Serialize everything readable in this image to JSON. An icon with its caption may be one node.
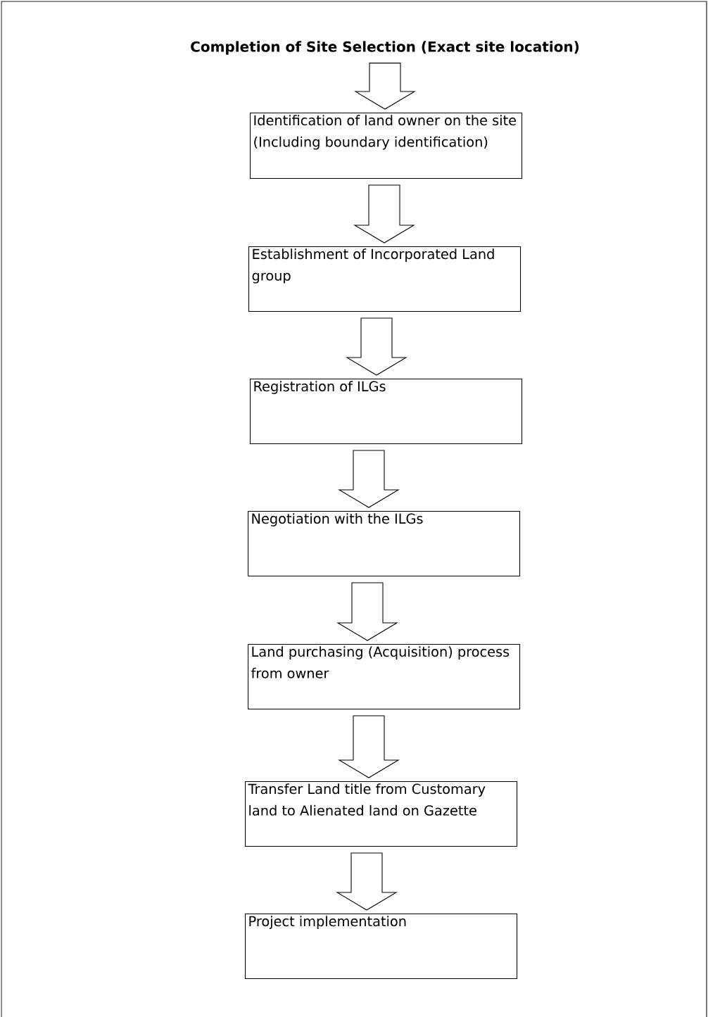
{
  "diagram": {
    "nodes": [
      {
        "text": [
          "Completion of Site Selection (Exact site location)"
        ]
      },
      {
        "text": [
          "Identification of land owner on the site (Including boundary identification)"
        ]
      },
      {
        "text": [
          "Establishment of Incorporated Land group"
        ]
      },
      {
        "text": [
          "Registration of ILGs"
        ]
      },
      {
        "text": [
          "Negotiation with the ILGs"
        ]
      },
      {
        "text": [
          "Land purchasing (Acquisition) process from owner"
        ]
      },
      {
        "text": [
          "Transfer Land title from Customary land to Alienated land on Gazette"
        ]
      },
      {
        "text": [
          "Project implementation"
        ]
      }
    ],
    "edges": [
      {
        "from": 0,
        "to": 1,
        "arrow": "to"
      },
      {
        "from": 1,
        "to": 2,
        "arrow": "to"
      },
      {
        "from": 2,
        "to": 3,
        "arrow": "to"
      },
      {
        "from": 3,
        "to": 4,
        "arrow": "to"
      },
      {
        "from": 4,
        "to": 5,
        "arrow": "to"
      },
      {
        "from": 5,
        "to": 6,
        "arrow": "to"
      },
      {
        "from": 6,
        "to": 7,
        "arrow": "to"
      }
    ]
  }
}
